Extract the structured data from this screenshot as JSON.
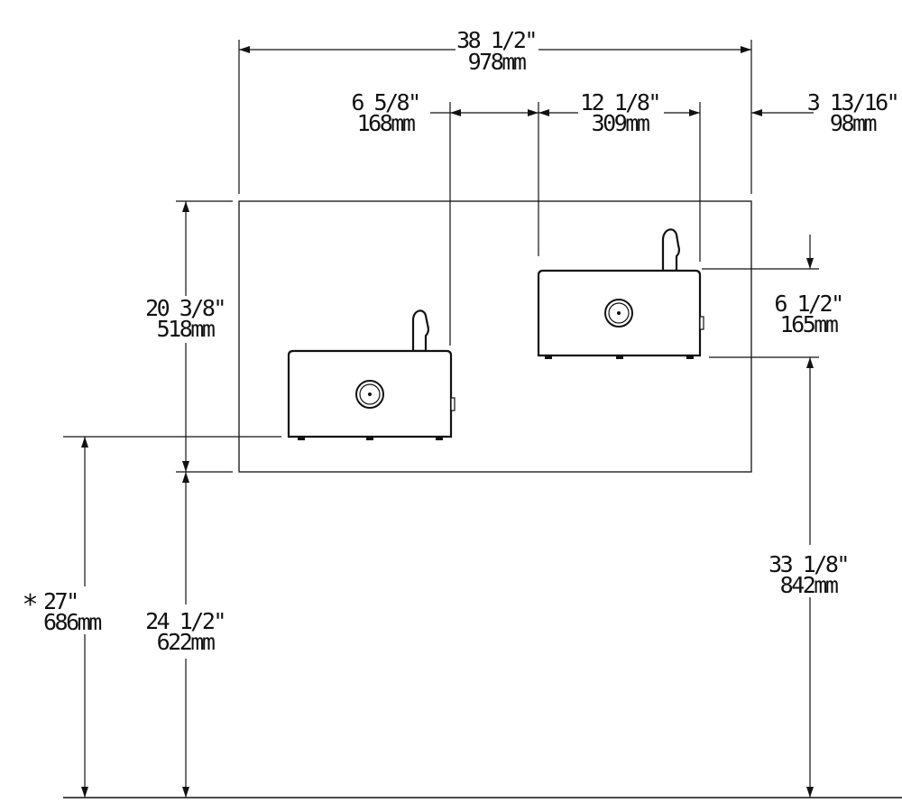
{
  "diagram": {
    "overall_width": {
      "imperial": "38 1/2\"",
      "metric": "978mm"
    },
    "left_unit_offset": {
      "imperial": "6 5/8\"",
      "metric": "168mm"
    },
    "right_unit_width": {
      "imperial": "12 1/8\"",
      "metric": "309mm"
    },
    "right_margin": {
      "imperial": "3 13/16\"",
      "metric": "98mm"
    },
    "panel_height": {
      "imperial": "20 3/8\"",
      "metric": "518mm"
    },
    "height_difference": {
      "imperial": "6 1/2\"",
      "metric": "165mm"
    },
    "low_unit_rim_height": {
      "marker": "*",
      "imperial": "27\"",
      "metric": "686mm"
    },
    "panel_bottom_height": {
      "imperial": "24 1/2\"",
      "metric": "622mm"
    },
    "high_unit_bottom_height": {
      "imperial": "33 1/8\"",
      "metric": "842mm"
    }
  }
}
